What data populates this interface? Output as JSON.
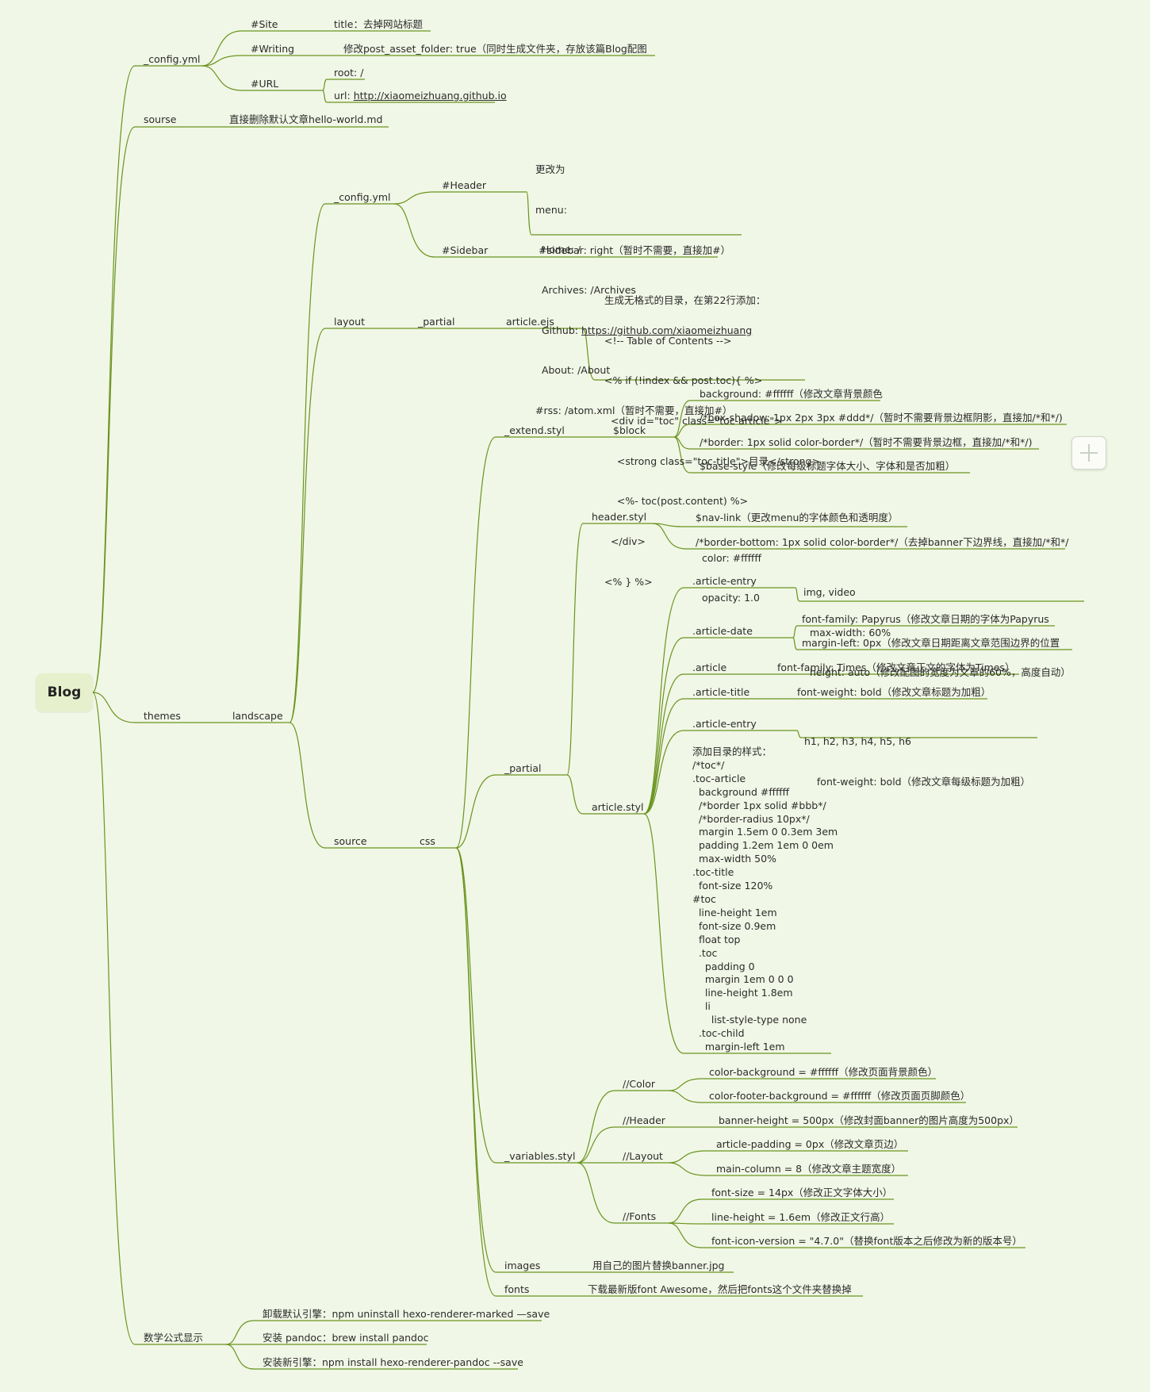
{
  "root": "Blog",
  "nodes": {
    "config_yml": "_config.yml",
    "site": "#Site",
    "site_title": "title：去掉网站标题",
    "writing": "#Writing",
    "writing_val": "修改post_asset_folder: true（同时生成文件夹，存放该篇Blog配图",
    "url": "#URL",
    "url_root": "root: /",
    "url_url_prefix": "url: ",
    "url_url_link": "http://xiaomeizhuang.github.io",
    "sourse": "sourse",
    "sourse_val": "直接删除默认文章hello-world.md",
    "themes": "themes",
    "landscape": "landscape",
    "ls_config": "_config.yml",
    "header": "#Header",
    "header_lines": [
      "更改为",
      "menu:",
      "  Home: /",
      "  Archives: /Archives"
    ],
    "header_github_prefix": "  Github: ",
    "header_github_link": "https://github.com/xiaomeizhuang",
    "header_tail": [
      "  About: /About",
      "#rss: /atom.xml（暂时不需要，直接加#）"
    ],
    "sidebar": "#Sidebar",
    "sidebar_val": "#sidebar: right（暂时不需要，直接加#）",
    "layout": "layout",
    "layout_partial": "_partial",
    "article_ejs": "article.ejs",
    "article_ejs_val": [
      "生成无格式的目录，在第22行添加：",
      "<!-- Table of Contents -->",
      "<% if (!index && post.toc){ %>",
      "  <div id=\"toc\" class=\"toc-article\">",
      "    <strong class=\"toc-title\">目录</strong>",
      "    <%- toc(post.content) %>",
      "  </div>",
      "<% } %>"
    ],
    "source": "source",
    "css": "css",
    "extend_styl": "_extend.styl",
    "block": "$block",
    "block_items": [
      "background: #ffffff（修改文章背景颜色",
      "/*box-shadow: 1px 2px 3px #ddd*/（暂时不需要背景边框阴影，直接加/*和*/)",
      "/*border: 1px solid color-border*/（暂时不需要背景边框，直接加/*和*/)",
      "$base-style（修改每级标题字体大小、字体和是否加粗）"
    ],
    "partial": "_partial",
    "header_styl": "header.styl",
    "nav_link": [
      "$nav-link（更改menu的字体颜色和透明度）",
      "  color: #ffffff",
      "  opacity: 1.0"
    ],
    "border_bottom": "/*border-bottom: 1px solid color-border*/（去掉banner下边界线，直接加/*和*/",
    "article_styl": "article.styl",
    "article_entry": ".article-entry",
    "article_entry_val": [
      "img, video",
      "  max-width: 60%",
      "  height: auto（修改配图的宽度为文章的60%，高度自动）"
    ],
    "article_date": ".article-date",
    "article_date_items": [
      "font-family: Papyrus（修改文章日期的字体为Papyrus",
      "margin-left: 0px（修改文章日期距离文章范围边界的位置"
    ],
    "article": ".article",
    "article_val": "font-family: Times（修改文章正文的字体为Times）",
    "article_title": ".article-title",
    "article_title_val": "font-weight: bold（修改文章标题为加粗）",
    "article_entry2": ".article-entry",
    "article_entry2_val": [
      "h1, h2, h3, h4, h5, h6",
      "    font-weight: bold（修改文章每级标题为加粗）"
    ],
    "toc_css": [
      "添加目录的样式：",
      "/*toc*/",
      ".toc-article",
      "  background #ffffff",
      "  /*border 1px solid #bbb*/",
      "  /*border-radius 10px*/",
      "  margin 1.5em 0 0.3em 3em",
      "  padding 1.2em 1em 0 0em",
      "  max-width 50%",
      ".toc-title",
      "  font-size 120%",
      "#toc",
      "  line-height 1em",
      "  font-size 0.9em",
      "  float top",
      "  .toc",
      "    padding 0",
      "    margin 1em 0 0 0",
      "    line-height 1.8em",
      "    li",
      "      list-style-type none",
      "  .toc-child",
      "    margin-left 1em"
    ],
    "variables_styl": "_variables.styl",
    "color": "//Color",
    "color_items": [
      "color-background = #ffffff（修改页面背景颜色）",
      "color-footer-background = #ffffff（修改页面页脚颜色）"
    ],
    "v_header": "//Header",
    "v_header_val": "banner-height = 500px（修改封面banner的图片高度为500px）",
    "v_layout": "//Layout",
    "v_layout_items": [
      "article-padding = 0px（修改文章页边）",
      "main-column = 8（修改文章主题宽度）"
    ],
    "v_fonts": "//Fonts",
    "v_fonts_items": [
      "font-size = 14px（修改正文字体大小）",
      "line-height = 1.6em（修改正文行高）",
      "font-icon-version = \"4.7.0\"（替换font版本之后修改为新的版本号）"
    ],
    "images": "images",
    "images_val": "用自己的图片替换banner.jpg",
    "fonts": "fonts",
    "fonts_val": "下载最新版font Awesome，然后把fonts这个文件夹替换掉",
    "math": "数学公式显示",
    "math_items": [
      "卸载默认引擎：npm uninstall hexo-renderer-marked —save",
      "安装 pandoc：brew install pandoc",
      "安装新引擎：npm install hexo-renderer-pandoc --save"
    ]
  },
  "colors": {
    "background": "#f1f7e6",
    "line": "#6a9420",
    "root_fill": "#e6f0cc"
  },
  "icons": {
    "add": "plus-icon"
  }
}
